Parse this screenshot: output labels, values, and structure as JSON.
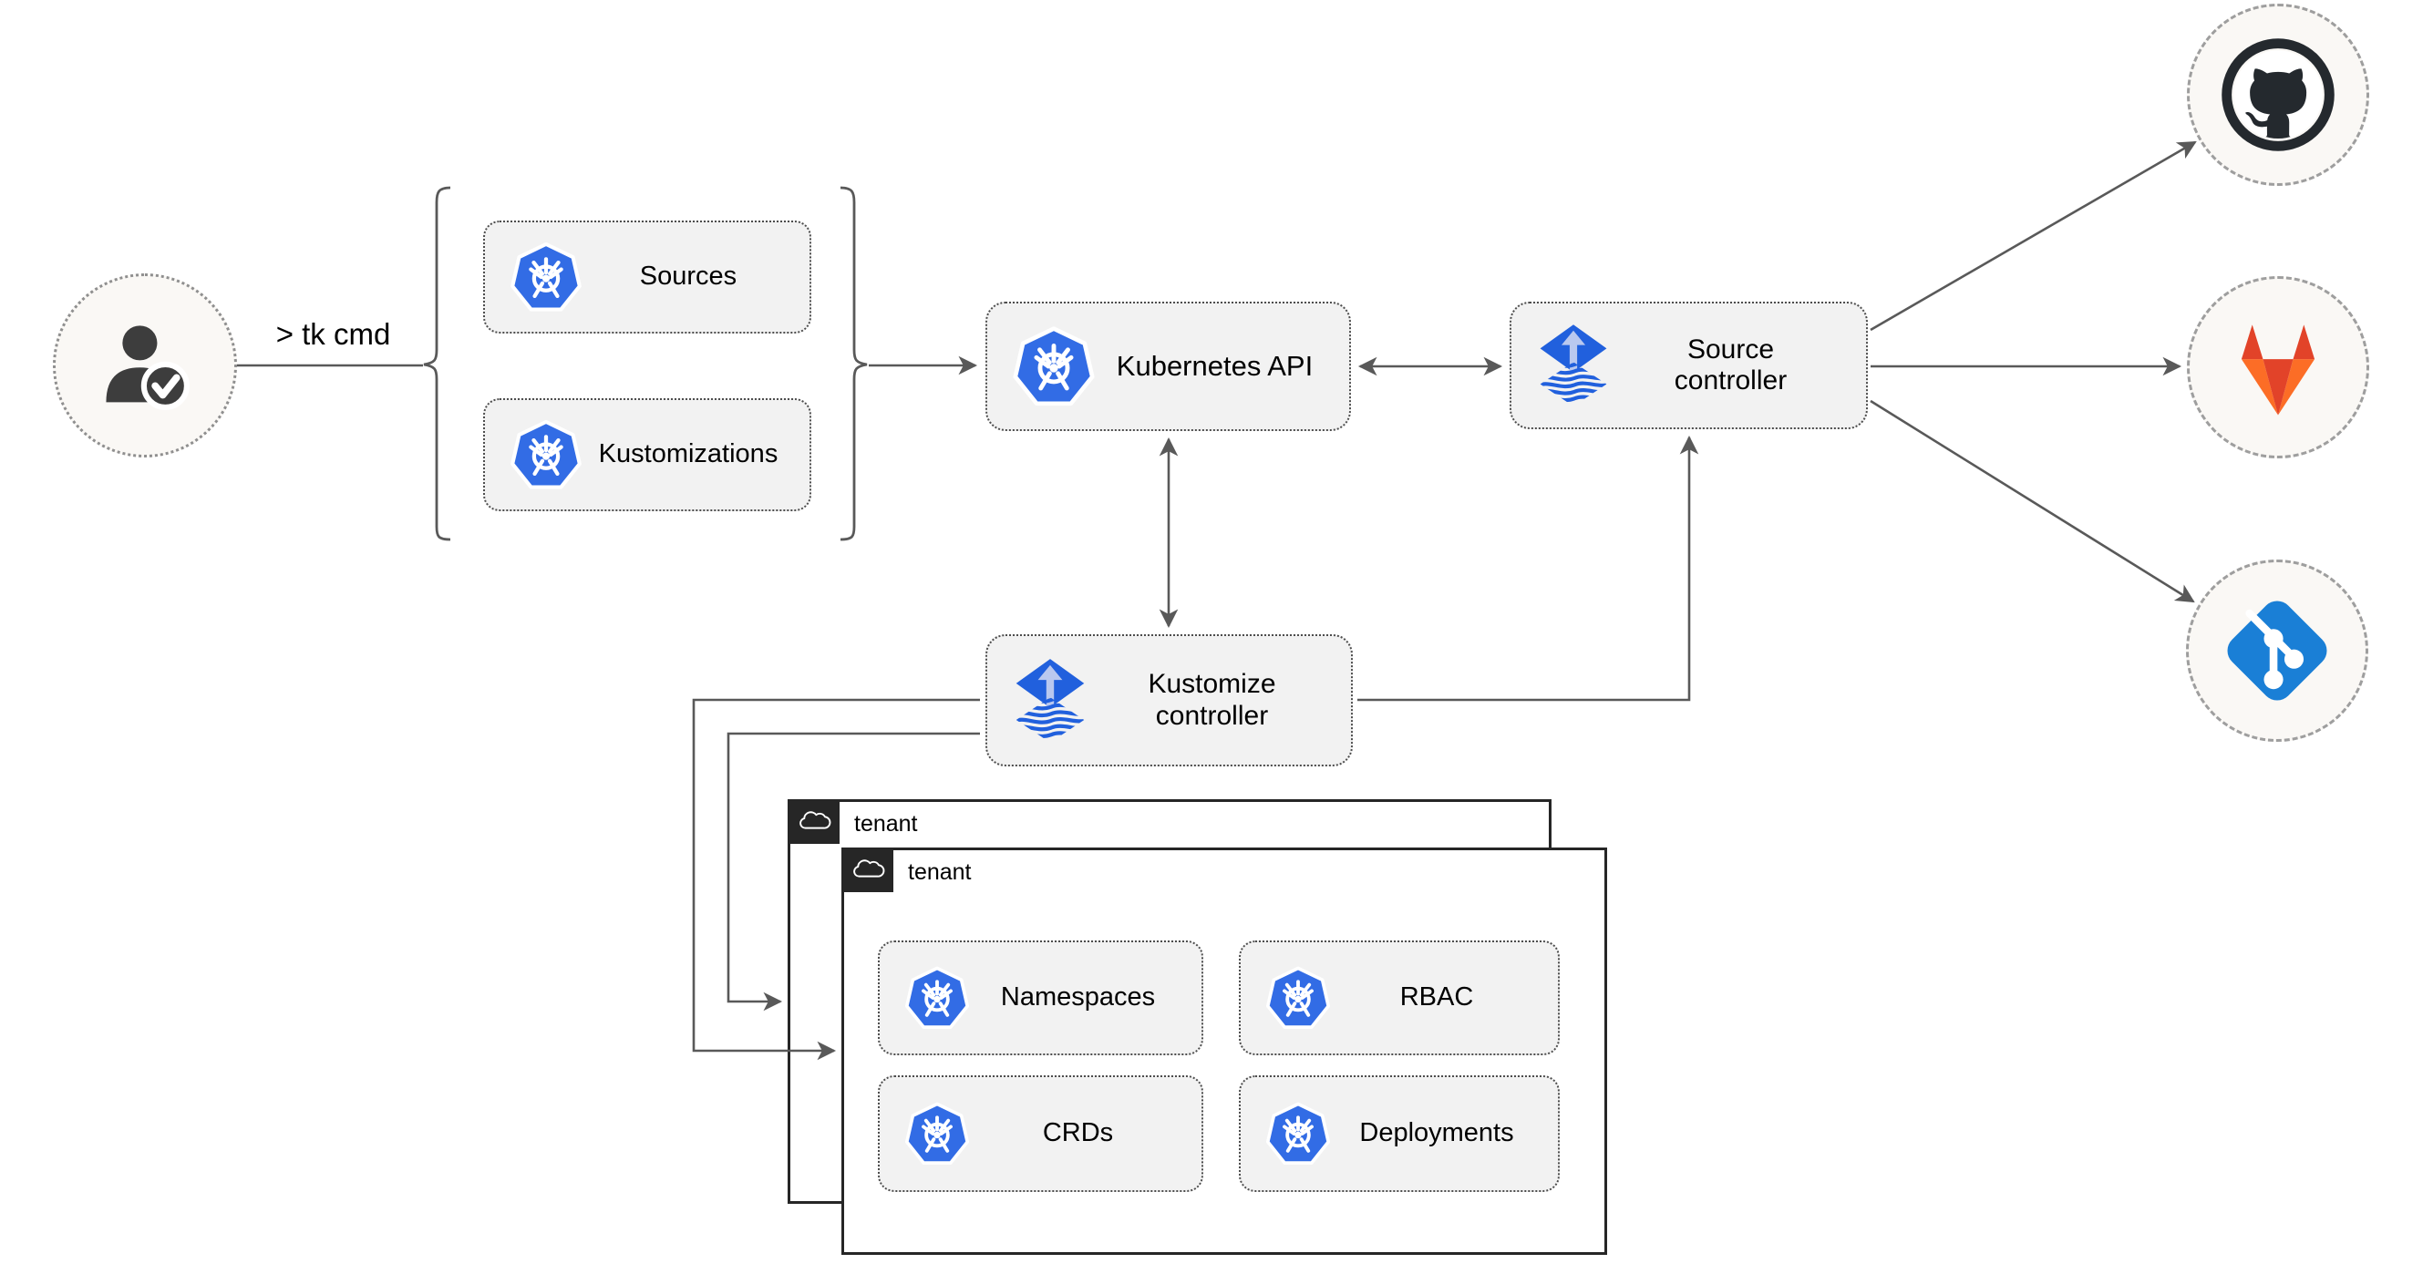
{
  "user": {
    "command": "> tk cmd"
  },
  "crd_group": {
    "items": [
      {
        "label": "Sources"
      },
      {
        "label": "Kustomizations"
      }
    ]
  },
  "cluster": {
    "kubernetes_api": {
      "label": "Kubernetes API"
    },
    "source_controller": {
      "label": "Source controller"
    },
    "kustomize_controller": {
      "label": "Kustomize controller"
    }
  },
  "tenants": [
    {
      "label": "tenant"
    },
    {
      "label": "tenant",
      "resources": [
        {
          "label": "Namespaces"
        },
        {
          "label": "RBAC"
        },
        {
          "label": "CRDs"
        },
        {
          "label": "Deployments"
        }
      ]
    }
  ],
  "remotes": [
    {
      "icon": "github-icon"
    },
    {
      "icon": "gitlab-icon"
    },
    {
      "icon": "git-icon"
    }
  ],
  "colors": {
    "kubernetes": "#326ce5",
    "flux": "#2160dd",
    "flux_arrow": "#b9c8ef",
    "line": "#595959",
    "chip_fill": "#f2f2f2",
    "chip_border": "#4d4d4d",
    "tab": "#262626",
    "circle_fill": "#faf8f5",
    "github": "#24292e",
    "gitlab_red": "#e24329",
    "gitlab_orange": "#fc6d26",
    "git": "#1a7fd6",
    "person": "#3d3d3d"
  }
}
